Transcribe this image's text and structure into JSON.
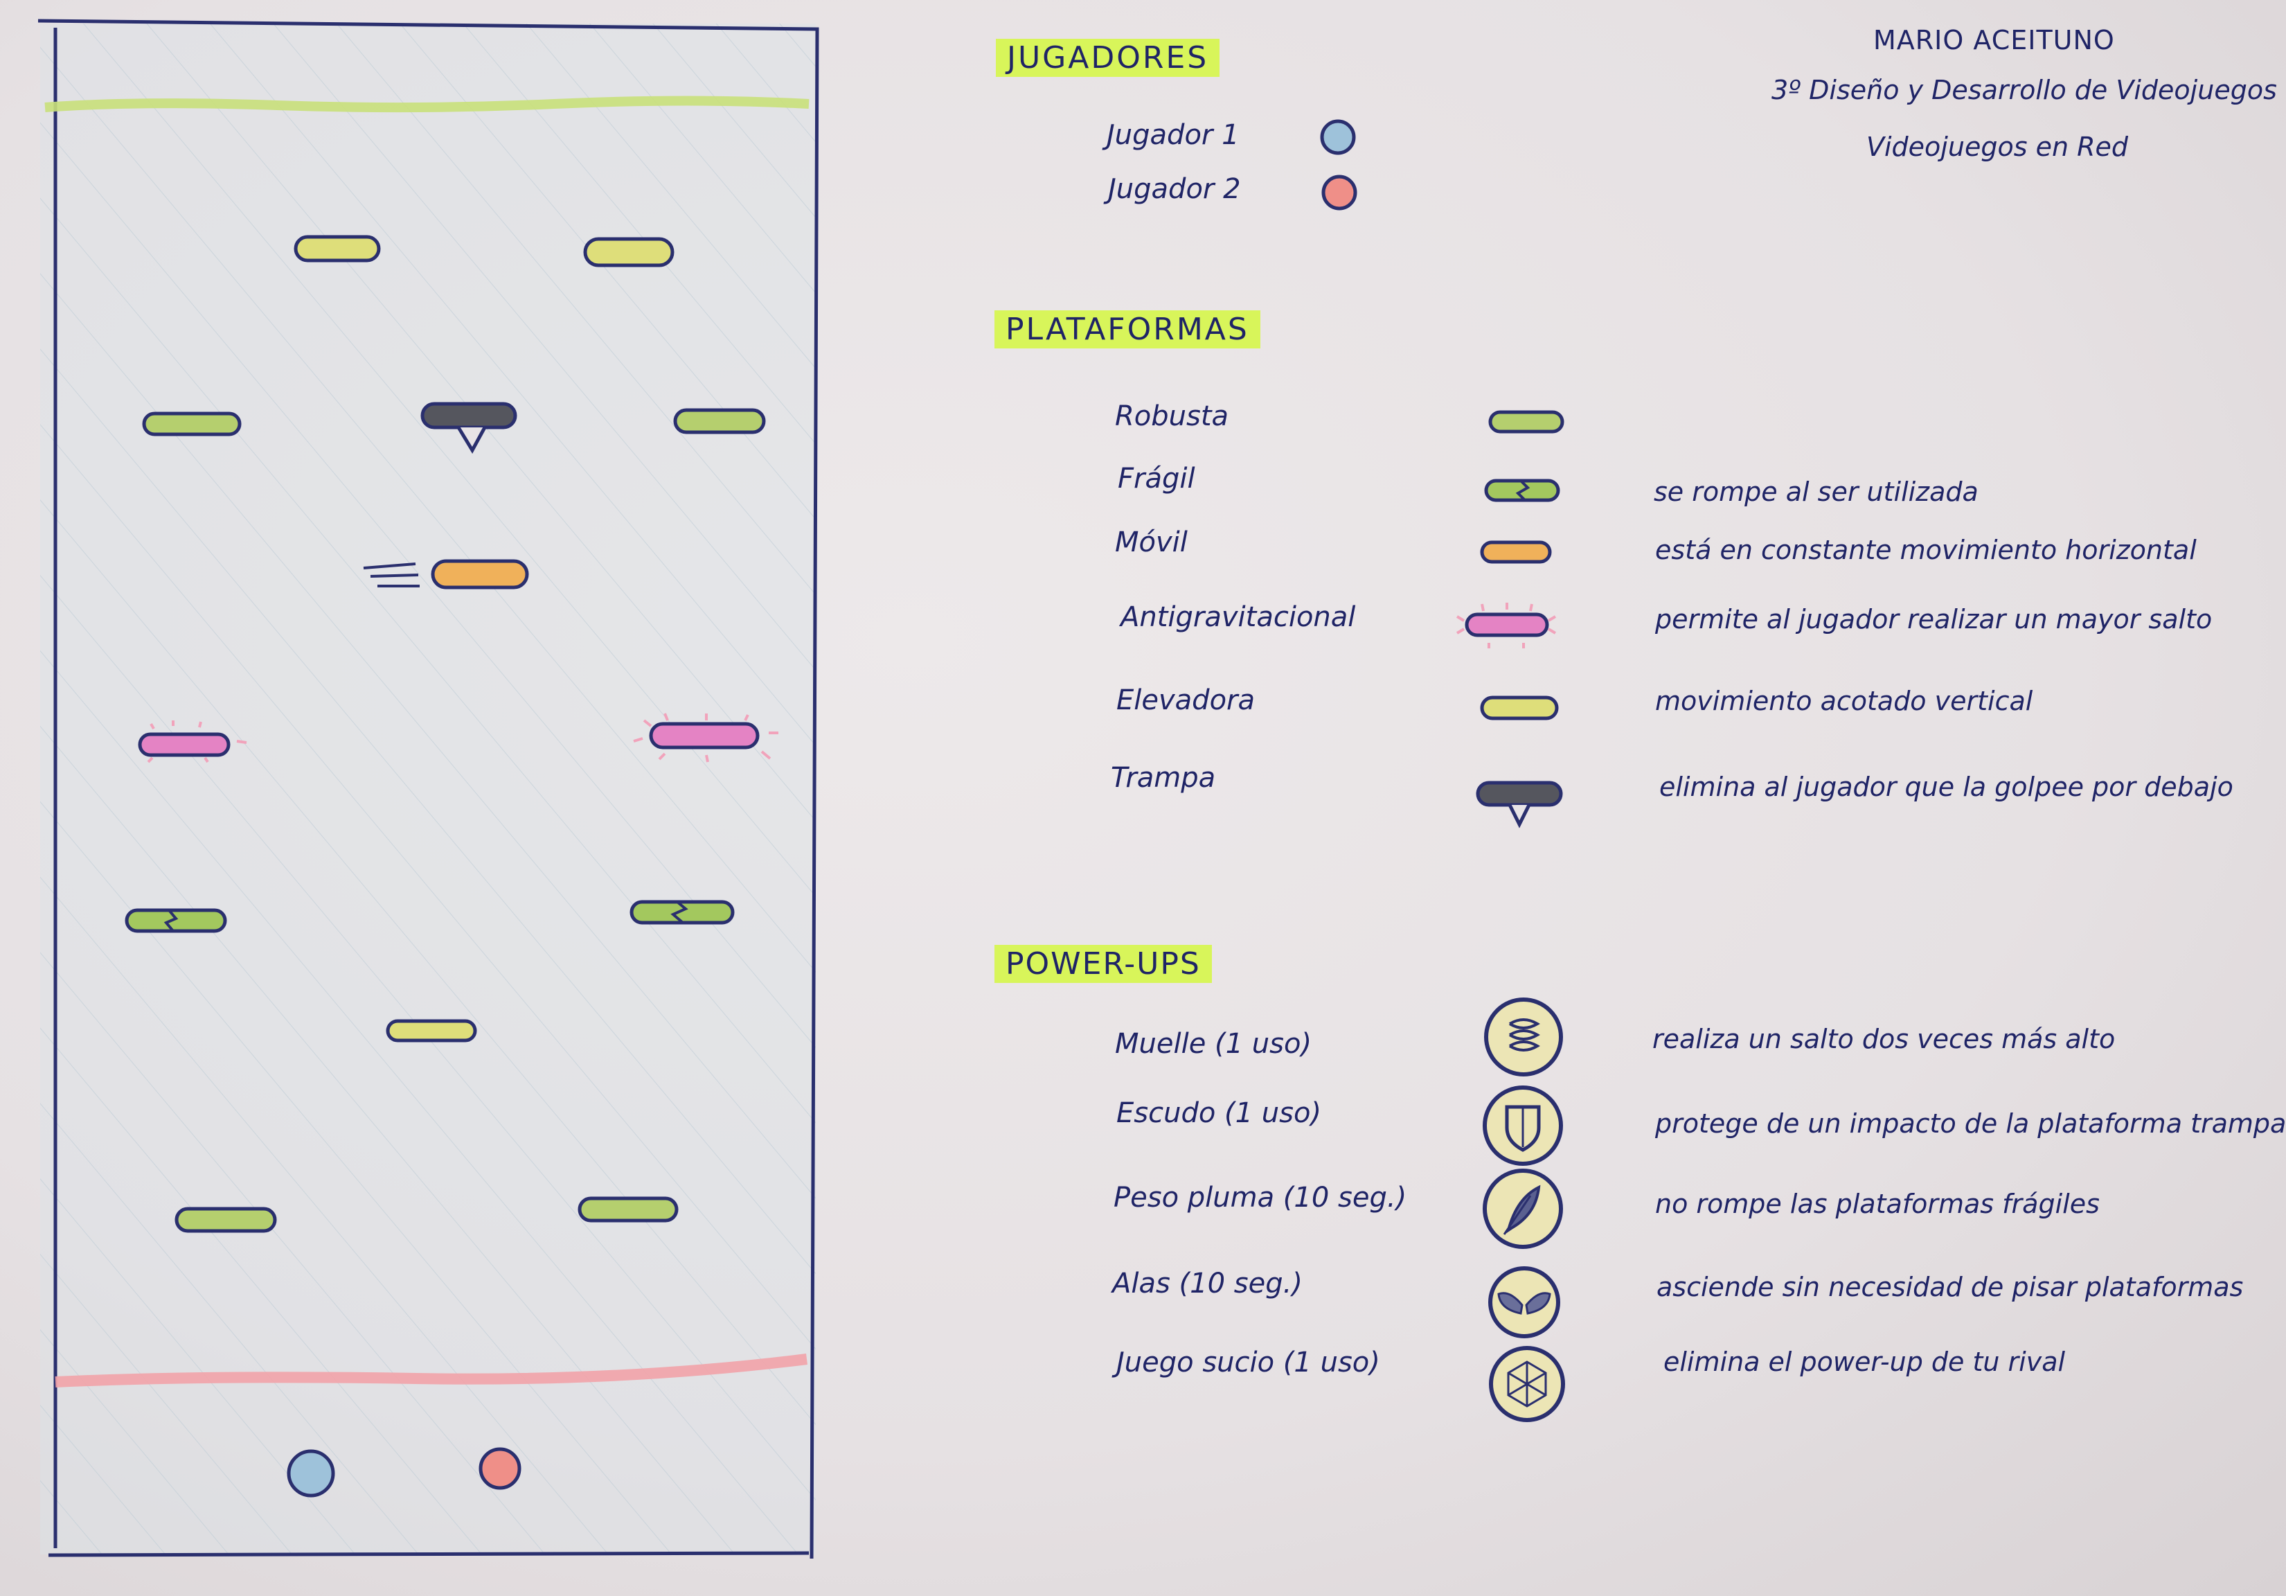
{
  "author": {
    "name": "MARIO ACEITUNO",
    "course": "3º Diseño y Desarrollo de Videojuegos",
    "subject": "Videojuegos en Red"
  },
  "players": {
    "heading": "JUGADORES",
    "items": [
      {
        "label": "Jugador 1",
        "color": "#9ec2da"
      },
      {
        "label": "Jugador 2",
        "color": "#ef8f88"
      }
    ]
  },
  "platforms": {
    "heading": "PLATAFORMAS",
    "items": [
      {
        "label": "Robusta",
        "description": "",
        "color": "#b5cf6e",
        "icon": "sturdy-platform"
      },
      {
        "label": "Frágil",
        "description": "se rompe al ser utilizada",
        "color": "#a3c85e",
        "icon": "fragile-platform"
      },
      {
        "label": "Móvil",
        "description": "está en constante movimiento horizontal",
        "color": "#f0b15a",
        "icon": "moving-platform"
      },
      {
        "label": "Antigravitacional",
        "description": "permite al jugador realizar un mayor salto",
        "color": "#e483c4",
        "icon": "antigravity-platform"
      },
      {
        "label": "Elevadora",
        "description": "movimiento acotado vertical",
        "color": "#dede7a",
        "icon": "elevator-platform"
      },
      {
        "label": "Trampa",
        "description": "elimina al jugador que la golpee por debajo",
        "color": "#55565e",
        "icon": "trap-platform"
      }
    ]
  },
  "powerups": {
    "heading": "POWER-UPS",
    "items": [
      {
        "label": "Muelle (1 uso)",
        "description": "realiza un salto dos veces más alto",
        "icon": "spring-icon"
      },
      {
        "label": "Escudo (1 uso)",
        "description": "protege de un impacto de la plataforma trampa",
        "icon": "shield-icon"
      },
      {
        "label": "Peso pluma (10 seg.)",
        "description": "no rompe las plataformas frágiles",
        "icon": "feather-icon"
      },
      {
        "label": "Alas (10 seg.)",
        "description": "asciende sin necesidad de pisar plataformas",
        "icon": "wings-icon"
      },
      {
        "label": "Juego sucio (1 uso)",
        "description": "elimina el power-up de tu rival",
        "icon": "dirty-play-icon"
      }
    ]
  },
  "colors": {
    "ink": "#1f2466",
    "highlighter": "#d8f55a",
    "powerup_fill": "#ece5b5",
    "top_line": "#c9e07a",
    "bottom_line": "#f2a3a8"
  }
}
